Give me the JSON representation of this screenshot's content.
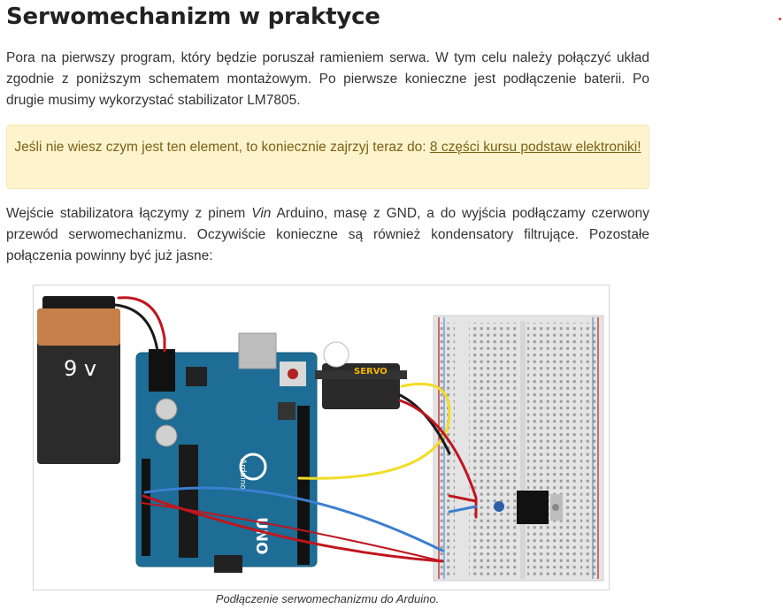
{
  "heading": "Serwomechanizm w praktyce",
  "paragraph1": "Pora na pierwszy program, który będzie poruszał ramieniem serwa. W tym celu należy połączyć układ zgodnie z poniższym schematem montażowym. Po pierwsze konieczne jest podłączenie baterii. Po drugie musimy wykorzystać stabilizator LM7805.",
  "note": {
    "text": "Jeśli nie wiesz czym jest ten element, to koniecznie zajrzyj teraz do: ",
    "link": "8 części kursu podstaw elektroniki!"
  },
  "paragraph2": {
    "before": "Wejście stabilizatora łączymy z pinem ",
    "em": "Vin",
    "after": " Arduino, masę z GND, a do wyjścia podłączamy czerwony przewód serwomechanizmu. Oczywiście konieczne są również kondensatory filtrujące. Pozostałe połączenia powinny być już jasne:"
  },
  "figure": {
    "battery_label": "9 v",
    "servo_label": "SERVO",
    "board_label": "UNO",
    "brand_label": "Arduino",
    "caption": "Podłączenie serwomechanizmu do Arduino."
  },
  "colors": {
    "board": "#1d6d96",
    "battery_body": "#2b2b2b",
    "battery_top": "#c8804a",
    "wire_red": "#c0161d",
    "wire_blue": "#3b7fd0",
    "wire_yellow": "#f2dc23",
    "note_bg": "#fdf3cd"
  }
}
